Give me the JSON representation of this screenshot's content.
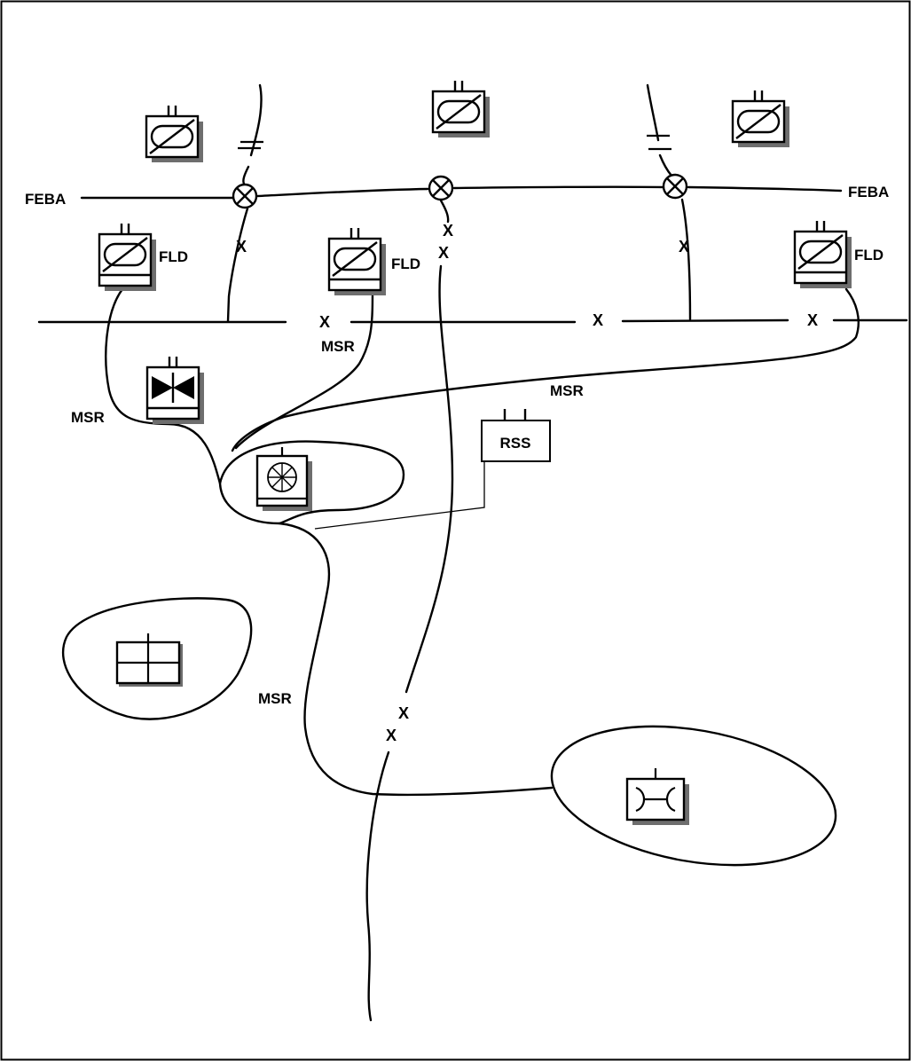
{
  "labels": {
    "feba_left": "FEBA",
    "feba_right": "FEBA",
    "fld_1": "FLD",
    "fld_2": "FLD",
    "fld_3": "FLD",
    "msr_1": "MSR",
    "msr_2": "MSR",
    "msr_3": "MSR",
    "msr_4": "MSR",
    "rss": "RSS"
  },
  "obstacle_mark": "X",
  "symbols": [
    "armor-unit-icon",
    "armor-unit-icon",
    "armor-unit-icon",
    "armor-unit-icon",
    "armor-unit-icon",
    "armor-unit-icon",
    "antitank-unit-icon",
    "artillery-unit-icon",
    "command-post-icon",
    "engineer-bridge-unit-icon",
    "crossing-point-icon"
  ]
}
